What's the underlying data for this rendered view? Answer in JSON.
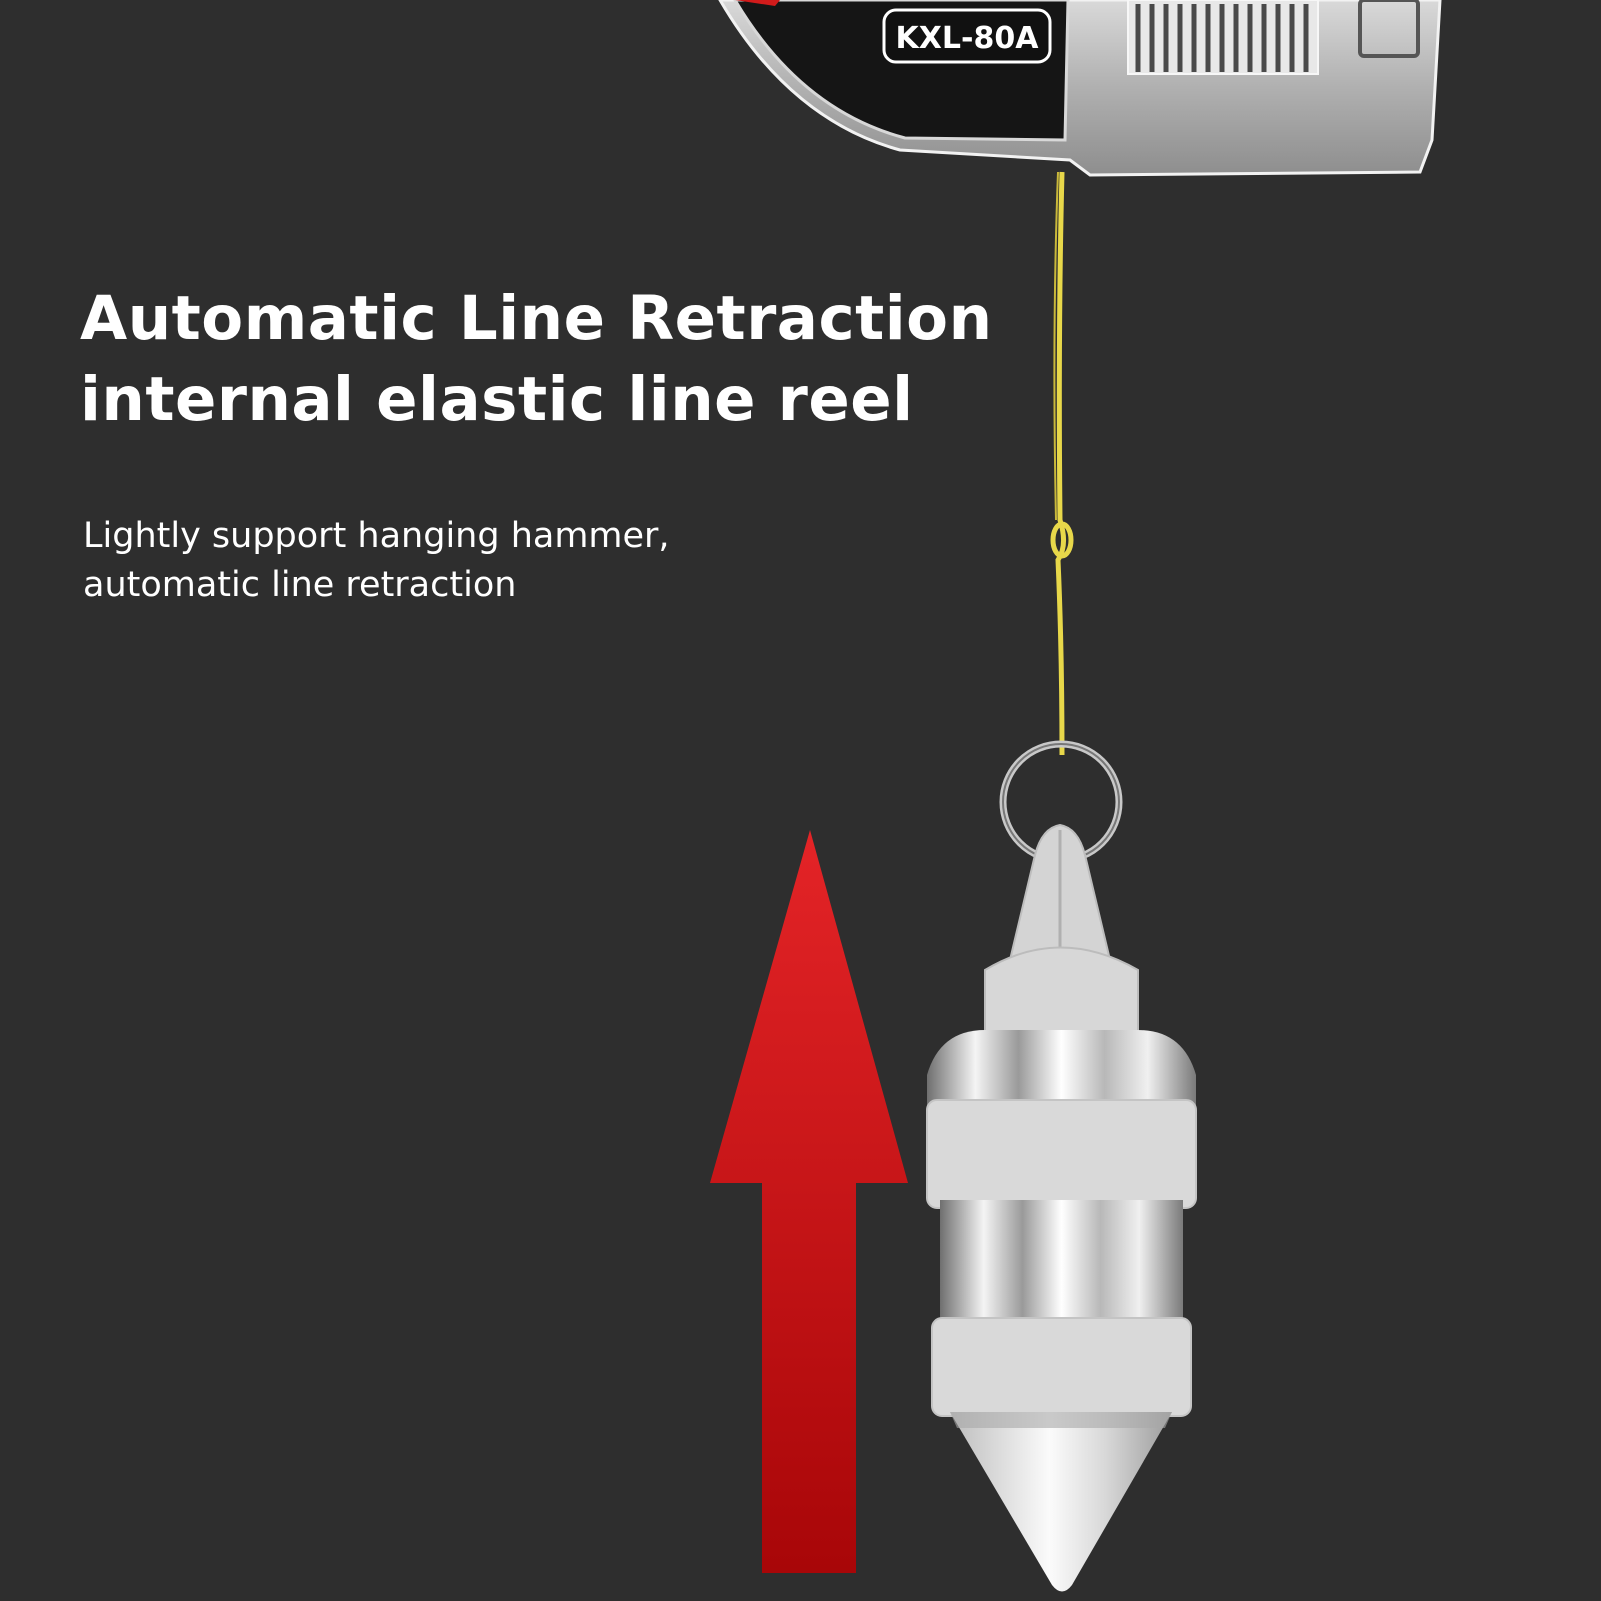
{
  "headline": {
    "line1": "Automatic Line Retraction",
    "line2": "internal elastic line reel"
  },
  "subtext": {
    "line1": "Lightly support hanging hammer,",
    "line2": "automatic line retraction"
  },
  "reel": {
    "model": "KXL-80A"
  },
  "colors": {
    "background": "#2e2e2e",
    "arrow_top": "#e42427",
    "arrow_bottom": "#a80608",
    "line": "#e8d84a"
  }
}
